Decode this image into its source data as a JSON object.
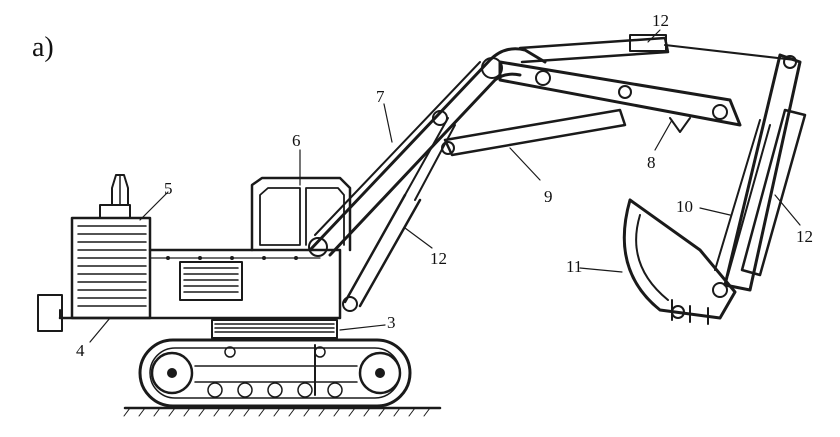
{
  "figure": {
    "panel_label": "a)",
    "callouts": [
      {
        "id": "c12-top",
        "text": "12"
      },
      {
        "id": "c7",
        "text": "7"
      },
      {
        "id": "c6",
        "text": "6"
      },
      {
        "id": "c5",
        "text": "5"
      },
      {
        "id": "c8",
        "text": "8"
      },
      {
        "id": "c9",
        "text": "9"
      },
      {
        "id": "c10",
        "text": "10"
      },
      {
        "id": "c12-right",
        "text": "12"
      },
      {
        "id": "c12-mid",
        "text": "12"
      },
      {
        "id": "c11",
        "text": "11"
      },
      {
        "id": "c3",
        "text": "3"
      },
      {
        "id": "c4",
        "text": "4"
      }
    ]
  }
}
